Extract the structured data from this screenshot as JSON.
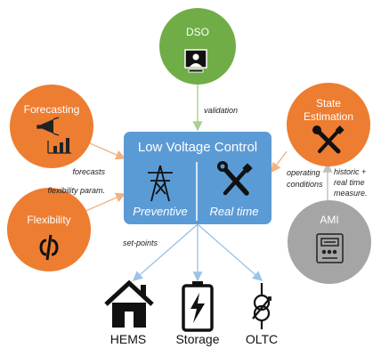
{
  "colors": {
    "green": "#70AD47",
    "orange": "#ED7D31",
    "blue": "#5B9BD5",
    "grey": "#A5A5A5",
    "edge_orange": "#F4B183",
    "edge_blue": "#9DC3E6",
    "edge_green": "#A9D18E",
    "edge_grey": "#BFBFBF"
  },
  "nodes": {
    "dso": {
      "label": "DSO",
      "icon": "operator-monitor-icon"
    },
    "forecasting": {
      "label": "Forecasting",
      "icon": "megaphone-chart-icon"
    },
    "state_estimation": {
      "label_line1": "State",
      "label_line2": "Estimation",
      "icon": "tools-icon"
    },
    "flexibility": {
      "label": "Flexibility",
      "icon": "flexibility-icon"
    },
    "ami": {
      "label": "AMI",
      "icon": "smart-meter-icon"
    }
  },
  "control_box": {
    "title": "Low Voltage Control",
    "left_label": "Preventive",
    "right_label": "Real time",
    "left_icon": "power-tower-icon",
    "right_icon": "tools-icon"
  },
  "edges": {
    "validation": "validation",
    "forecasts": "forecasts",
    "flexibility_param": "flexibility param.",
    "operating_line1": "operating",
    "operating_line2": "conditions",
    "historic_line1": "historic +",
    "historic_line2": "real time",
    "historic_line3": "measure.",
    "set_points": "set-points"
  },
  "sinks": [
    {
      "label": "HEMS",
      "icon": "house-icon"
    },
    {
      "label": "Storage",
      "icon": "battery-icon"
    },
    {
      "label": "OLTC",
      "icon": "transformer-icon"
    }
  ]
}
